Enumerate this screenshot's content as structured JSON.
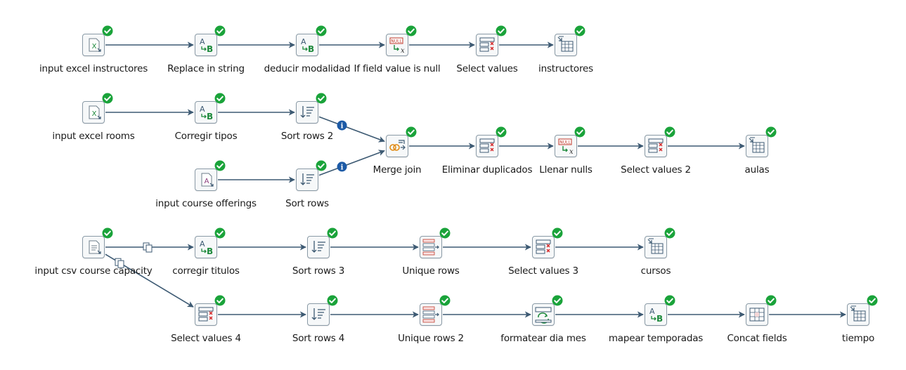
{
  "colors": {
    "hop": "#3d5a73",
    "ok": "#1aa33a",
    "info": "#1c5aa6",
    "border": "#8a9aa6"
  },
  "steps": [
    {
      "id": "s1",
      "label": "input excel instructores",
      "icon": "excel-input-icon"
    },
    {
      "id": "s2",
      "label": "Replace in string",
      "icon": "replace-string-icon"
    },
    {
      "id": "s3",
      "label": "deducir modalidad",
      "icon": "replace-string-icon"
    },
    {
      "id": "s4",
      "label": "If field value is null",
      "icon": "if-null-icon"
    },
    {
      "id": "s5",
      "label": "Select values",
      "icon": "select-values-icon"
    },
    {
      "id": "s6",
      "label": "instructores",
      "icon": "table-output-icon"
    },
    {
      "id": "s7",
      "label": "input excel rooms",
      "icon": "excel-input-icon"
    },
    {
      "id": "s8",
      "label": "Corregir tipos",
      "icon": "replace-string-icon"
    },
    {
      "id": "s9",
      "label": "Sort rows 2",
      "icon": "sort-rows-icon"
    },
    {
      "id": "s10",
      "label": "input course offerings",
      "icon": "text-input-icon"
    },
    {
      "id": "s11",
      "label": "Sort rows",
      "icon": "sort-rows-icon"
    },
    {
      "id": "s12",
      "label": "Merge join",
      "icon": "merge-join-icon"
    },
    {
      "id": "s13",
      "label": "Eliminar duplicados",
      "icon": "select-values-icon"
    },
    {
      "id": "s14",
      "label": "Llenar nulls",
      "icon": "if-null-icon"
    },
    {
      "id": "s15",
      "label": "Select values 2",
      "icon": "select-values-icon"
    },
    {
      "id": "s16",
      "label": "aulas",
      "icon": "table-output-icon"
    },
    {
      "id": "s17",
      "label": "input csv course capacity",
      "icon": "csv-input-icon"
    },
    {
      "id": "s18",
      "label": "corregir titulos",
      "icon": "replace-string-icon"
    },
    {
      "id": "s19",
      "label": "Sort rows 3",
      "icon": "sort-rows-icon"
    },
    {
      "id": "s20",
      "label": "Unique rows",
      "icon": "unique-rows-icon"
    },
    {
      "id": "s21",
      "label": "Select values 3",
      "icon": "select-values-icon"
    },
    {
      "id": "s22",
      "label": "cursos",
      "icon": "table-output-icon"
    },
    {
      "id": "s23",
      "label": "Select values 4",
      "icon": "select-values-icon"
    },
    {
      "id": "s24",
      "label": "Sort rows 4",
      "icon": "sort-rows-icon"
    },
    {
      "id": "s25",
      "label": "Unique rows 2",
      "icon": "unique-rows-icon"
    },
    {
      "id": "s26",
      "label": "formatear dia mes",
      "icon": "calculator-icon"
    },
    {
      "id": "s27",
      "label": "mapear temporadas",
      "icon": "replace-string-icon"
    },
    {
      "id": "s28",
      "label": "Concat fields",
      "icon": "concat-fields-icon"
    },
    {
      "id": "s29",
      "label": "tiempo",
      "icon": "table-output-icon"
    }
  ],
  "hops": [
    {
      "from": "s1",
      "to": "s2"
    },
    {
      "from": "s2",
      "to": "s3"
    },
    {
      "from": "s3",
      "to": "s4"
    },
    {
      "from": "s4",
      "to": "s5"
    },
    {
      "from": "s5",
      "to": "s6"
    },
    {
      "from": "s7",
      "to": "s8"
    },
    {
      "from": "s8",
      "to": "s9"
    },
    {
      "from": "s9",
      "to": "s12",
      "marker": "info-icon"
    },
    {
      "from": "s10",
      "to": "s11"
    },
    {
      "from": "s11",
      "to": "s12",
      "marker": "info-icon"
    },
    {
      "from": "s12",
      "to": "s13"
    },
    {
      "from": "s13",
      "to": "s14"
    },
    {
      "from": "s14",
      "to": "s15"
    },
    {
      "from": "s15",
      "to": "s16"
    },
    {
      "from": "s17",
      "to": "s18",
      "marker": "copy-icon"
    },
    {
      "from": "s17",
      "to": "s23",
      "marker": "copy-icon"
    },
    {
      "from": "s18",
      "to": "s19"
    },
    {
      "from": "s19",
      "to": "s20"
    },
    {
      "from": "s20",
      "to": "s21"
    },
    {
      "from": "s21",
      "to": "s22"
    },
    {
      "from": "s23",
      "to": "s24"
    },
    {
      "from": "s24",
      "to": "s25"
    },
    {
      "from": "s25",
      "to": "s26"
    },
    {
      "from": "s26",
      "to": "s27"
    },
    {
      "from": "s27",
      "to": "s28"
    },
    {
      "from": "s28",
      "to": "s29"
    }
  ]
}
